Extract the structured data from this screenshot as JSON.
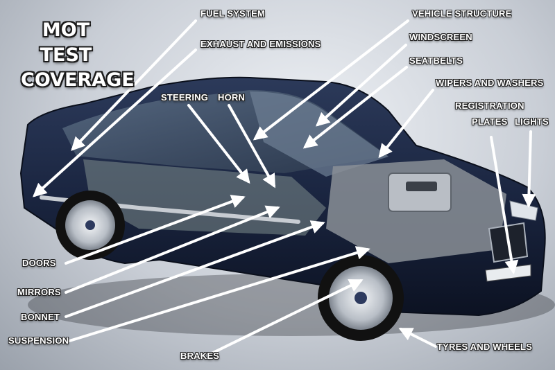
{
  "title": {
    "line1": "MOT TEST",
    "line2": "COVERAGE"
  },
  "labels": {
    "fuel_system": "FUEL SYSTEM",
    "exhaust": "EXHAUST AND EMISSIONS",
    "vehicle_structure": "VEHICLE STRUCTURE",
    "windscreen": "WINDSCREEN",
    "seatbelts": "SEATBELTS",
    "wipers": "WIPERS AND WASHERS",
    "registration_line1": "REGISTRATION",
    "registration_line2": "PLATES",
    "lights": "LIGHTS",
    "steering": "STEERING",
    "horn": "HORN",
    "doors": "DOORS",
    "mirrors": "MIRRORS",
    "bonnet": "BONNET",
    "suspension": "SUSPENSION",
    "brakes": "BRAKES",
    "tyres": "TYRES AND WHEELS"
  },
  "colors": {
    "car_body": "#17223a",
    "arrow": "#ffffff",
    "background": "#c9ced6"
  }
}
